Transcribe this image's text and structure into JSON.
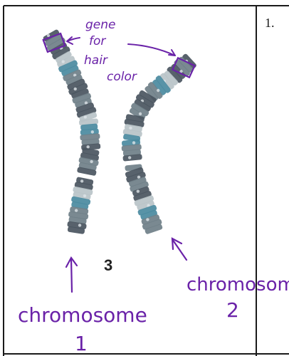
{
  "annotation": {
    "gene_line1": "gene",
    "gene_line2": "for",
    "gene_line3": "hair",
    "gene_line4": "color"
  },
  "figure_number": "3",
  "question_number": "1.",
  "labels": {
    "chromosome1_word": "chromosome",
    "chromosome1_num": "1",
    "chromosome2_word": "chromosome",
    "chromosome2_num": "2"
  },
  "colors": {
    "ink": "#6a22a8",
    "border": "#1a1a1a",
    "chromosome_dark": "#4a5560",
    "chromosome_mid": "#6f7f88",
    "chromosome_light": "#b9c3c8",
    "chromosome_blue": "#4a8aa0"
  }
}
